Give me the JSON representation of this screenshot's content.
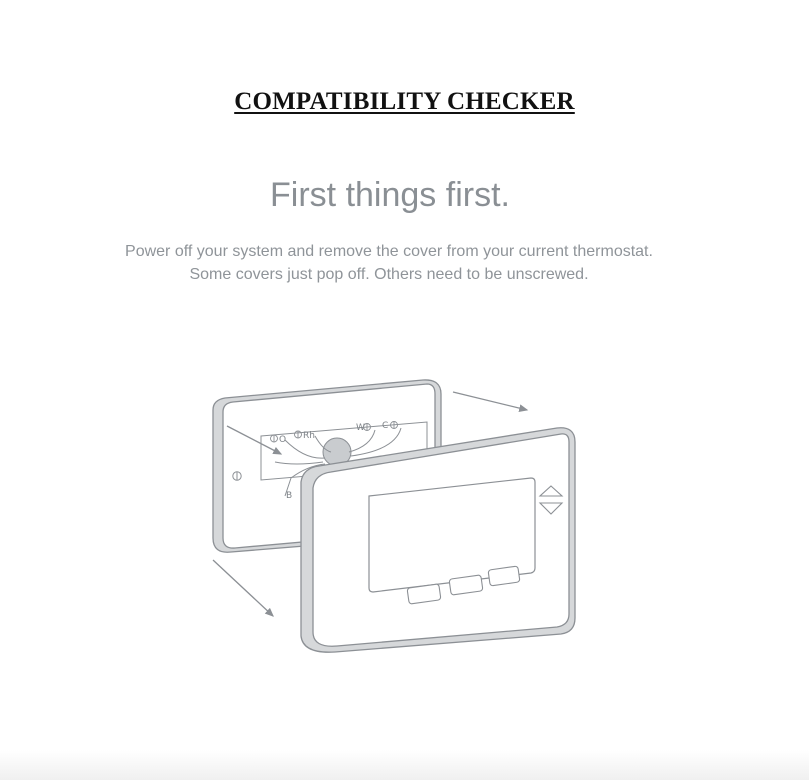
{
  "document": {
    "title": "COMPATIBILITY CHECKER",
    "headline": "First things first.",
    "instructions": [
      "Power off your system and remove the cover from your current thermostat.",
      "Some covers just pop off. Others need to be unscrewed."
    ]
  },
  "illustration": {
    "icon": "thermostat-cover-removal-illustration",
    "terminal_labels": [
      "O",
      "Rh",
      "W",
      "C",
      "B"
    ]
  }
}
